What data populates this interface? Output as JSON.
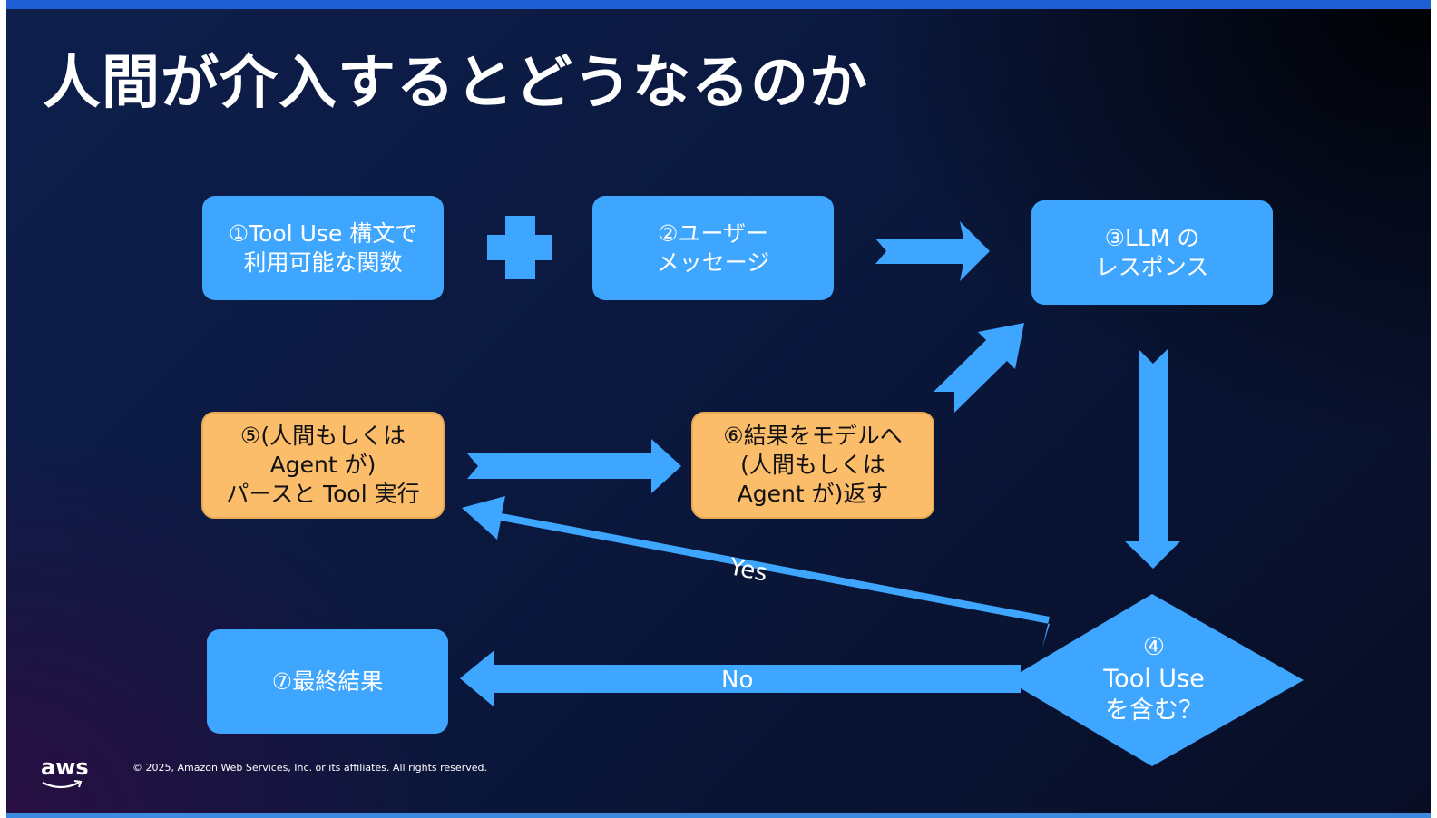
{
  "slide": {
    "title": "人間が介入するとどうなるのか",
    "boxes": {
      "step1": {
        "line1": "①Tool Use 構文で",
        "line2": "利用可能な関数"
      },
      "step2": {
        "line1": "②ユーザー",
        "line2": "メッセージ"
      },
      "step3": {
        "line1": "③LLM の",
        "line2": "レスポンス"
      },
      "step4": {
        "line1": "④",
        "line2": "Tool Use",
        "line3": "を含む？"
      },
      "step5": {
        "line1": "⑤(人間もしくは",
        "line2": "Agent が)",
        "line3": "パースと Tool 実行"
      },
      "step6": {
        "line1": "⑥結果をモデルへ",
        "line2": "(人間もしくは",
        "line3": "Agent が)返す"
      },
      "step7": {
        "line1": "⑦最終結果"
      }
    },
    "labels": {
      "yes": "Yes",
      "no": "No"
    },
    "footer": {
      "logo": "aws",
      "copyright": "© 2025, Amazon Web Services, Inc. or its affiliates. All rights reserved."
    }
  },
  "colors": {
    "box_blue": "#3ea6ff",
    "box_orange": "#fbbd6a",
    "arrow": "#3ea6ff",
    "top_bar": "#1f5fd6",
    "background": "#0b1940"
  }
}
